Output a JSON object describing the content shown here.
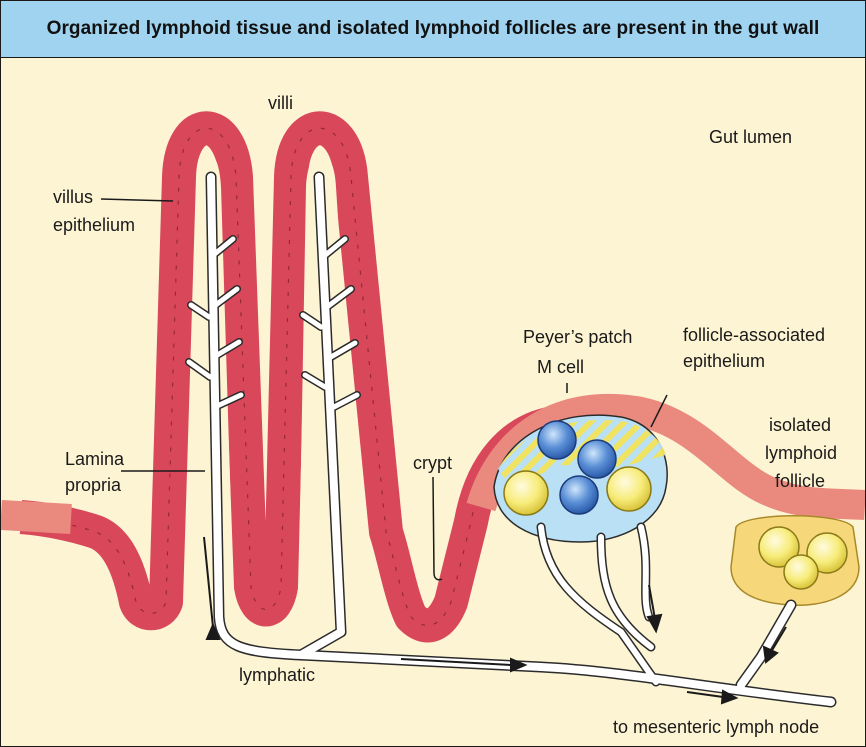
{
  "title": "Organized lymphoid tissue and isolated lymphoid follicles are present in the gut wall",
  "labels": {
    "villi": "villi",
    "gut_lumen": "Gut lumen",
    "villus_epithelium_1": "villus",
    "villus_epithelium_2": "epithelium",
    "peyers_patch": "Peyer’s patch",
    "m_cell": "M cell",
    "fae_1": "follicle-associated",
    "fae_2": "epithelium",
    "ilf_1": "isolated",
    "ilf_2": "lymphoid",
    "ilf_3": "follicle",
    "lamina_1": "Lamina",
    "lamina_2": "propria",
    "crypt": "crypt",
    "lymphatic": "lymphatic",
    "mesenteric": "to mesenteric lymph node"
  },
  "colors": {
    "title_bar": "#9fd3ef",
    "background": "#fdf4d3",
    "villus_epithelium": "#d9485a",
    "follicle_epithelium": "#ea8a7f",
    "peyers_patch": "#b9e0f5",
    "follicle_yellow": "#f6e45c",
    "isolated_follicle": "#f6d77a",
    "lymphatic": "#ffffff"
  }
}
